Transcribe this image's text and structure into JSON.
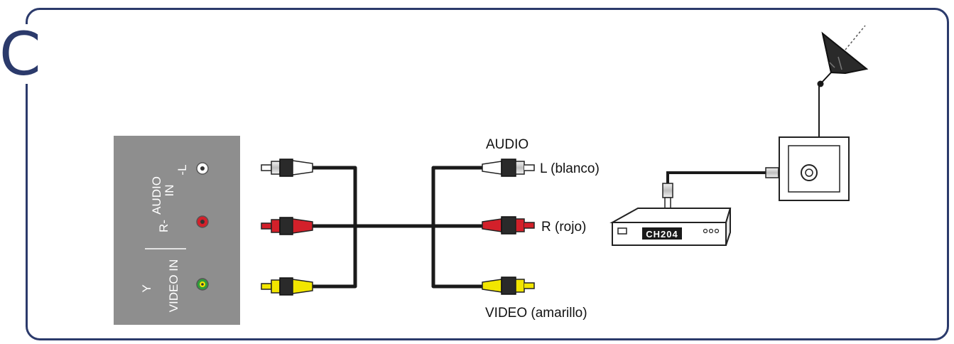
{
  "step_label": "C",
  "panel": {
    "audio_label": "AUDIO",
    "in_label": "IN",
    "r_label": "R-",
    "l_label": "-L",
    "y_label": "Y",
    "video_in_label": "VIDEO IN"
  },
  "cable_labels": {
    "audio": "AUDIO",
    "left": "L (blanco)",
    "right": "R (rojo)",
    "video": "VIDEO (amarillo)"
  },
  "set_top_box": {
    "display_text": "CH204"
  },
  "colors": {
    "frame": "#2b3a6b",
    "white_plug": "#ffffff",
    "red_plug": "#d3202a",
    "yellow_plug": "#f2e600",
    "green_jack": "#2f9e3a",
    "panel_gray": "#8e8e8e"
  }
}
